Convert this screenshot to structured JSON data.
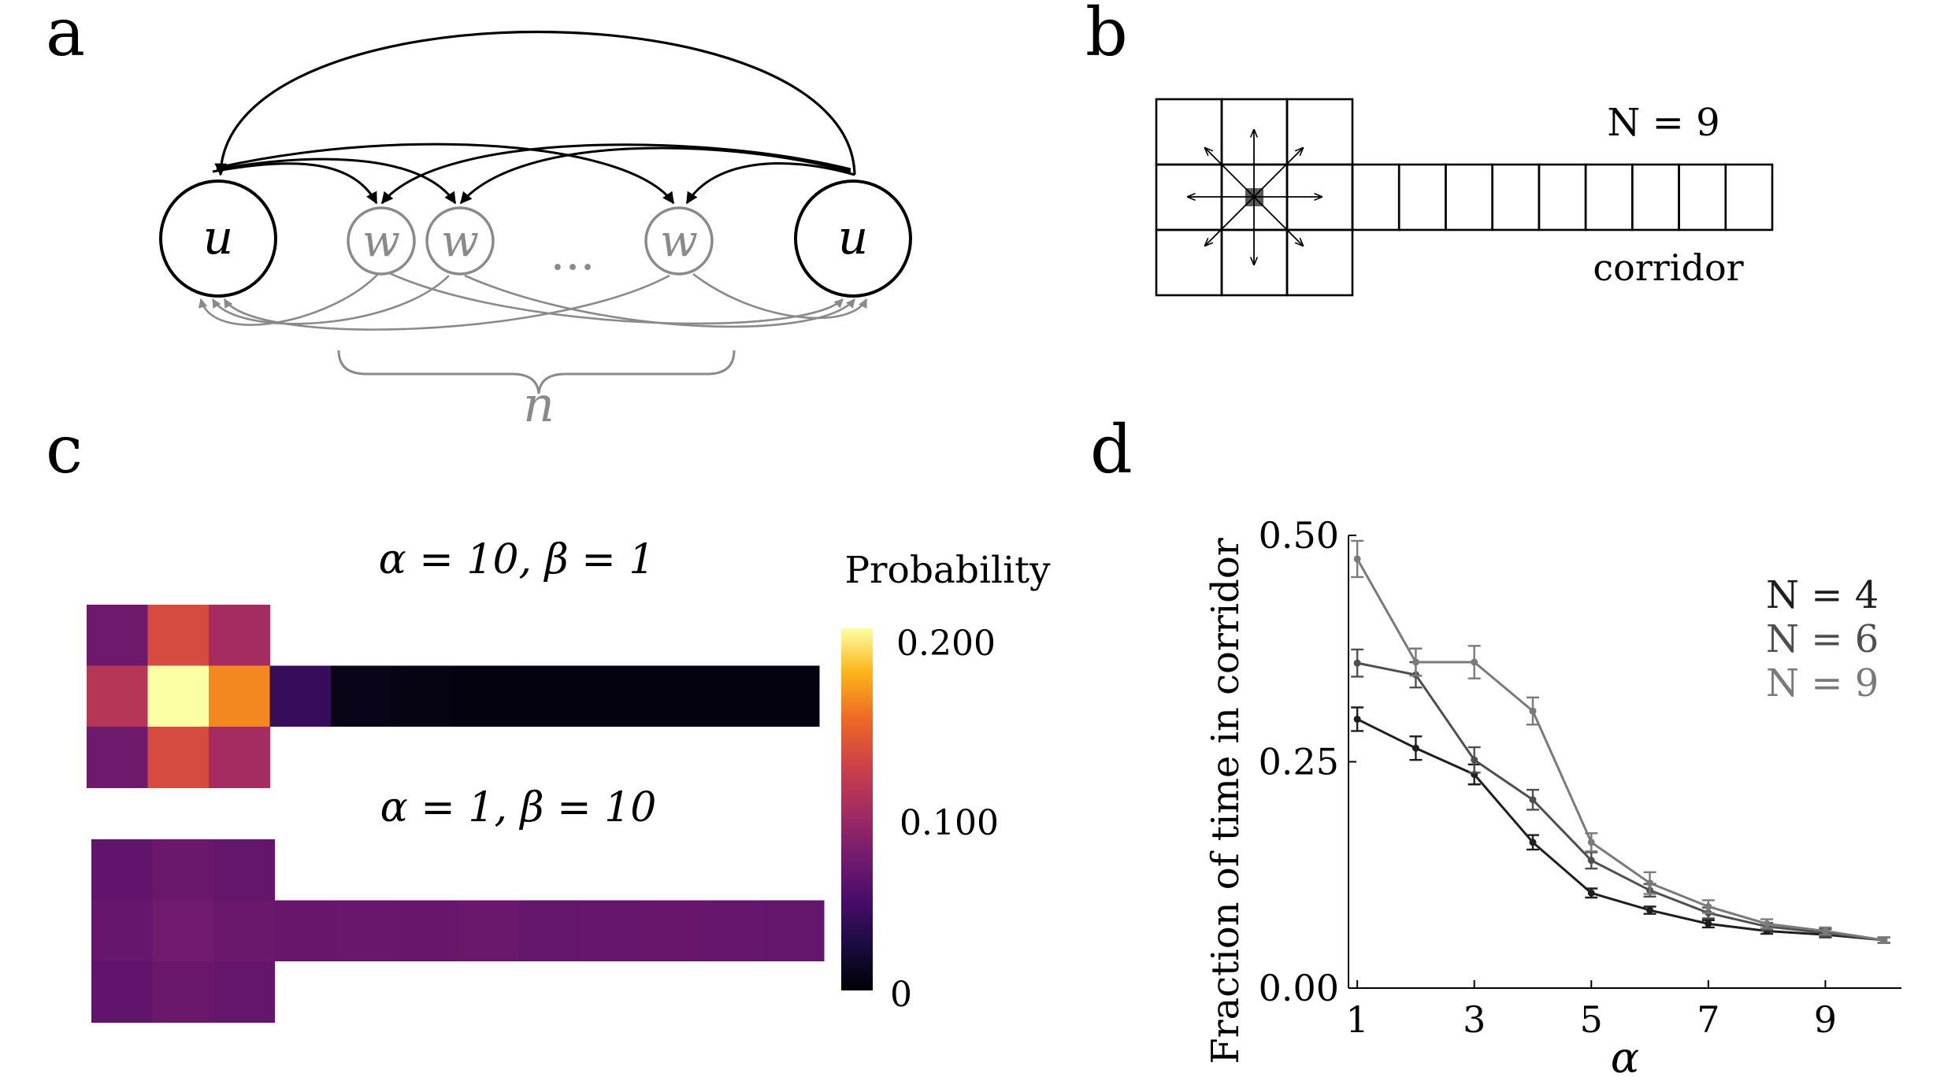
{
  "panels": {
    "a": "a",
    "b": "b",
    "c": "c",
    "d": "d"
  },
  "panel_a": {
    "node_u": "u",
    "node_w": "w",
    "ellipsis": "...",
    "brace_label": "n"
  },
  "panel_b": {
    "n_label": "N = 9",
    "corridor_label": "corridor"
  },
  "panel_c": {
    "title_top": "α = 10, β = 1",
    "title_bottom": "α = 1, β = 10",
    "colorbar_title": "Probability",
    "colorbar_ticks": [
      "0.200",
      "0.100",
      "0"
    ],
    "colormap": "inferno",
    "heatmap_top": {
      "room": [
        [
          0.07,
          0.13,
          0.1
        ],
        [
          0.11,
          0.2,
          0.16
        ],
        [
          0.07,
          0.13,
          0.1
        ]
      ],
      "corridor": [
        0.04,
        0.008,
        0.006,
        0.005,
        0.004,
        0.004,
        0.004,
        0.004,
        0.004
      ]
    },
    "heatmap_bottom": {
      "room": [
        [
          0.062,
          0.068,
          0.064
        ],
        [
          0.065,
          0.072,
          0.068
        ],
        [
          0.062,
          0.068,
          0.064
        ]
      ],
      "corridor": [
        0.066,
        0.067,
        0.066,
        0.068,
        0.064,
        0.065,
        0.066,
        0.065,
        0.064
      ]
    }
  },
  "chart_data": {
    "type": "line",
    "title": "",
    "xlabel": "α",
    "ylabel": "Fraction of time in corridor",
    "xlim": [
      0.85,
      10.3
    ],
    "ylim": [
      0.0,
      0.5
    ],
    "xticks": [
      "1",
      "3",
      "5",
      "7",
      "9"
    ],
    "yticks": [
      "0.00",
      "0.25",
      "0.50"
    ],
    "x": [
      1,
      2,
      3,
      4,
      5,
      6,
      7,
      8,
      9,
      10
    ],
    "series": [
      {
        "name": "N = 4",
        "color": "#1e1e1e",
        "values": [
          0.297,
          0.265,
          0.236,
          0.161,
          0.105,
          0.086,
          0.071,
          0.063,
          0.059,
          0.053
        ],
        "err": [
          0.013,
          0.013,
          0.011,
          0.008,
          0.005,
          0.004,
          0.004,
          0.003,
          0.003,
          0.003
        ]
      },
      {
        "name": "N = 6",
        "color": "#4f4f4f",
        "values": [
          0.359,
          0.346,
          0.252,
          0.208,
          0.141,
          0.108,
          0.083,
          0.068,
          0.061,
          0.053
        ],
        "err": [
          0.015,
          0.014,
          0.014,
          0.011,
          0.009,
          0.007,
          0.006,
          0.004,
          0.004,
          0.003
        ]
      },
      {
        "name": "N = 9",
        "color": "#7a7a7a",
        "values": [
          0.474,
          0.36,
          0.36,
          0.306,
          0.161,
          0.116,
          0.09,
          0.071,
          0.063,
          0.053
        ],
        "err": [
          0.02,
          0.015,
          0.018,
          0.015,
          0.01,
          0.012,
          0.007,
          0.005,
          0.004,
          0.003
        ]
      }
    ]
  }
}
